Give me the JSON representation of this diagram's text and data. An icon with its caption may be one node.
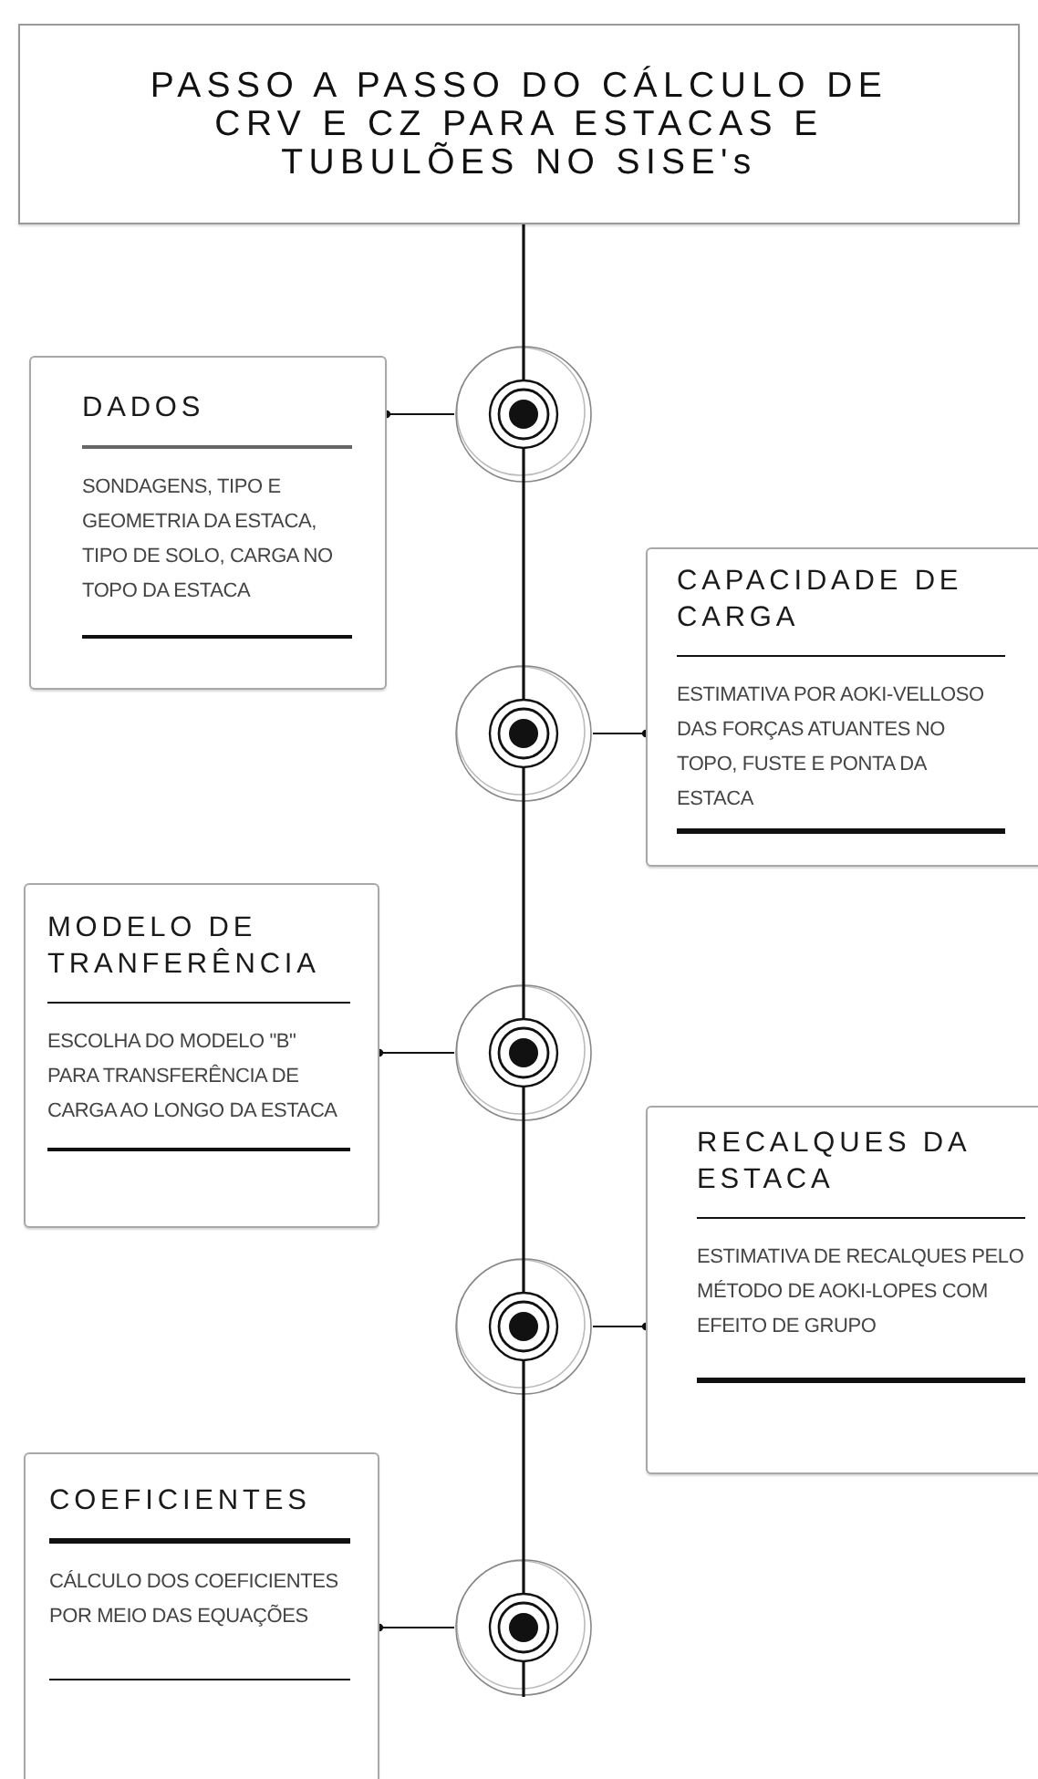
{
  "diagram": {
    "nodes": [
      {
        "text": [
          "PASSO A PASSO DO CÁLCULO DE CRV E CZ PARA ESTACAS E TUBULÕES NO SISE's"
        ]
      },
      {
        "text": [
          "DADOS",
          "SONDAGENS, TIPO E GEOMETRIA DA ESTACA, TIPO DE SOLO, CARGA NO TOPO DA ESTACA"
        ]
      },
      {
        "text": [
          "CAPACIDADE DE CARGA",
          "ESTIMATIVA POR AOKI-VELLOSO DAS FORÇAS ATUANTES NO TOPO, FUSTE E PONTA DA ESTACA"
        ]
      },
      {
        "text": [
          "MODELO DE TRANFERÊNCIA",
          "ESCOLHA DO MODELO \"B\" PARA TRANSFERÊNCIA DE CARGA AO LONGO DA ESTACA"
        ]
      },
      {
        "text": [
          "RECALQUES DA ESTACA",
          "ESTIMATIVA DE RECALQUES PELO MÉTODO DE AOKI-LOPES COM EFEITO DE GRUPO"
        ]
      },
      {
        "text": [
          "COEFICIENTES",
          "CÁLCULO DOS COEFICIENTES POR MEIO DAS EQUAÇÕES"
        ]
      },
      {
        "text": [],
        "shape": "circle"
      },
      {
        "text": [],
        "shape": "circle"
      },
      {
        "text": [],
        "shape": "circle"
      },
      {
        "text": [],
        "shape": "circle"
      },
      {
        "text": [],
        "shape": "circle"
      }
    ],
    "edges": [
      {
        "from": 0,
        "to": 6,
        "arrow": "none"
      },
      {
        "from": 6,
        "to": 7,
        "arrow": "none"
      },
      {
        "from": 7,
        "to": 8,
        "arrow": "none"
      },
      {
        "from": 8,
        "to": 9,
        "arrow": "none"
      },
      {
        "from": 9,
        "to": 10,
        "arrow": "none"
      },
      {
        "from": 1,
        "to": 6,
        "arrow": "other"
      },
      {
        "from": 2,
        "to": 7,
        "arrow": "other"
      },
      {
        "from": 3,
        "to": 8,
        "arrow": "other"
      },
      {
        "from": 4,
        "to": 9,
        "arrow": "other"
      },
      {
        "from": 5,
        "to": 10,
        "arrow": "other"
      }
    ]
  }
}
